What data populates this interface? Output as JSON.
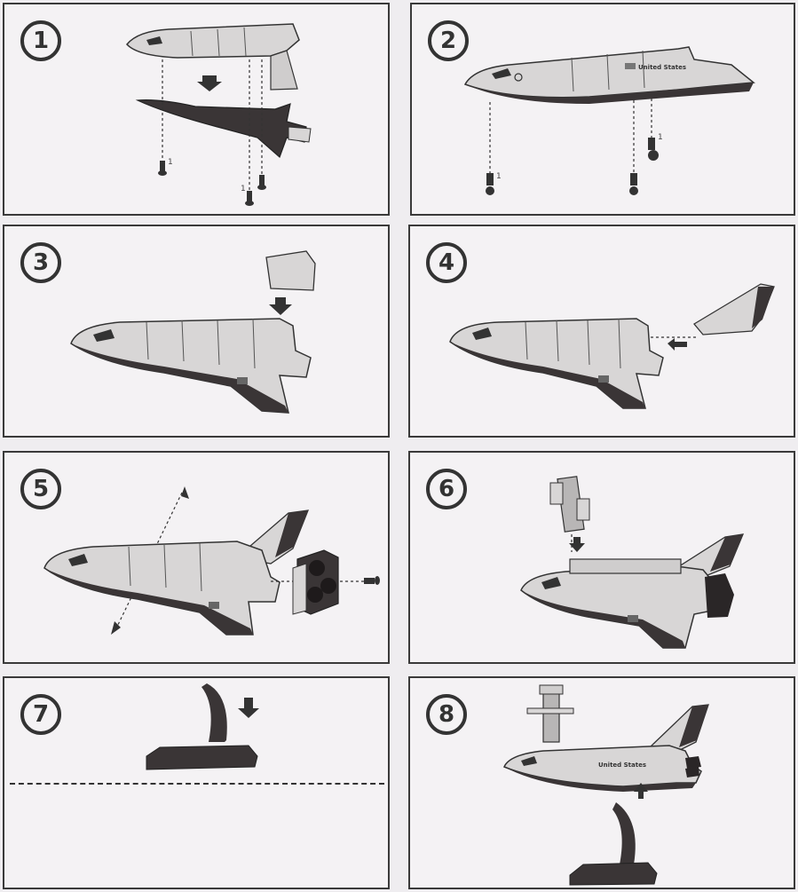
{
  "steps": [
    {
      "number": "1"
    },
    {
      "number": "2"
    },
    {
      "number": "3"
    },
    {
      "number": "4"
    },
    {
      "number": "5"
    },
    {
      "number": "6"
    },
    {
      "number": "7"
    },
    {
      "number": "8"
    }
  ],
  "labels": {
    "screw_1": "1",
    "screw_1b": "1",
    "screw_2": "1",
    "screw_3": "1",
    "fuselage_text_step2": "United States",
    "fuselage_text_step8": "United States"
  },
  "colors": {
    "ink": "#333333",
    "fuselage": "#d8d6d6",
    "belly": "#3a3536",
    "panel_bg": "#f4f2f4"
  }
}
